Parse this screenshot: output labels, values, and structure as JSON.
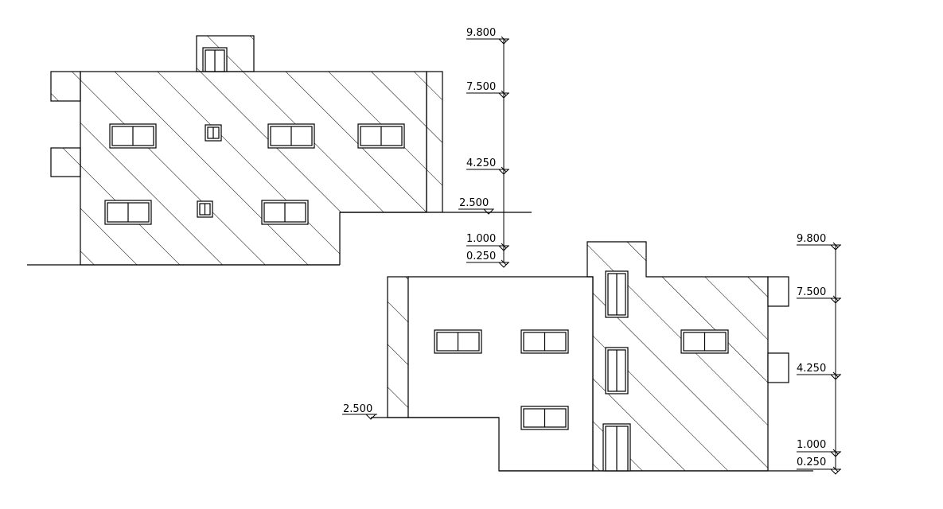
{
  "drawing": {
    "elevation_a": {
      "levels": [
        "9.800",
        "7.500",
        "4.250",
        "1.000",
        "0.250"
      ],
      "ground_level": "2.500"
    },
    "elevation_b": {
      "levels": [
        "9.800",
        "7.500",
        "4.250",
        "1.000",
        "0.250"
      ],
      "ground_level": "2.500"
    }
  },
  "colors": {
    "line": "#000000",
    "background": "#ffffff"
  }
}
